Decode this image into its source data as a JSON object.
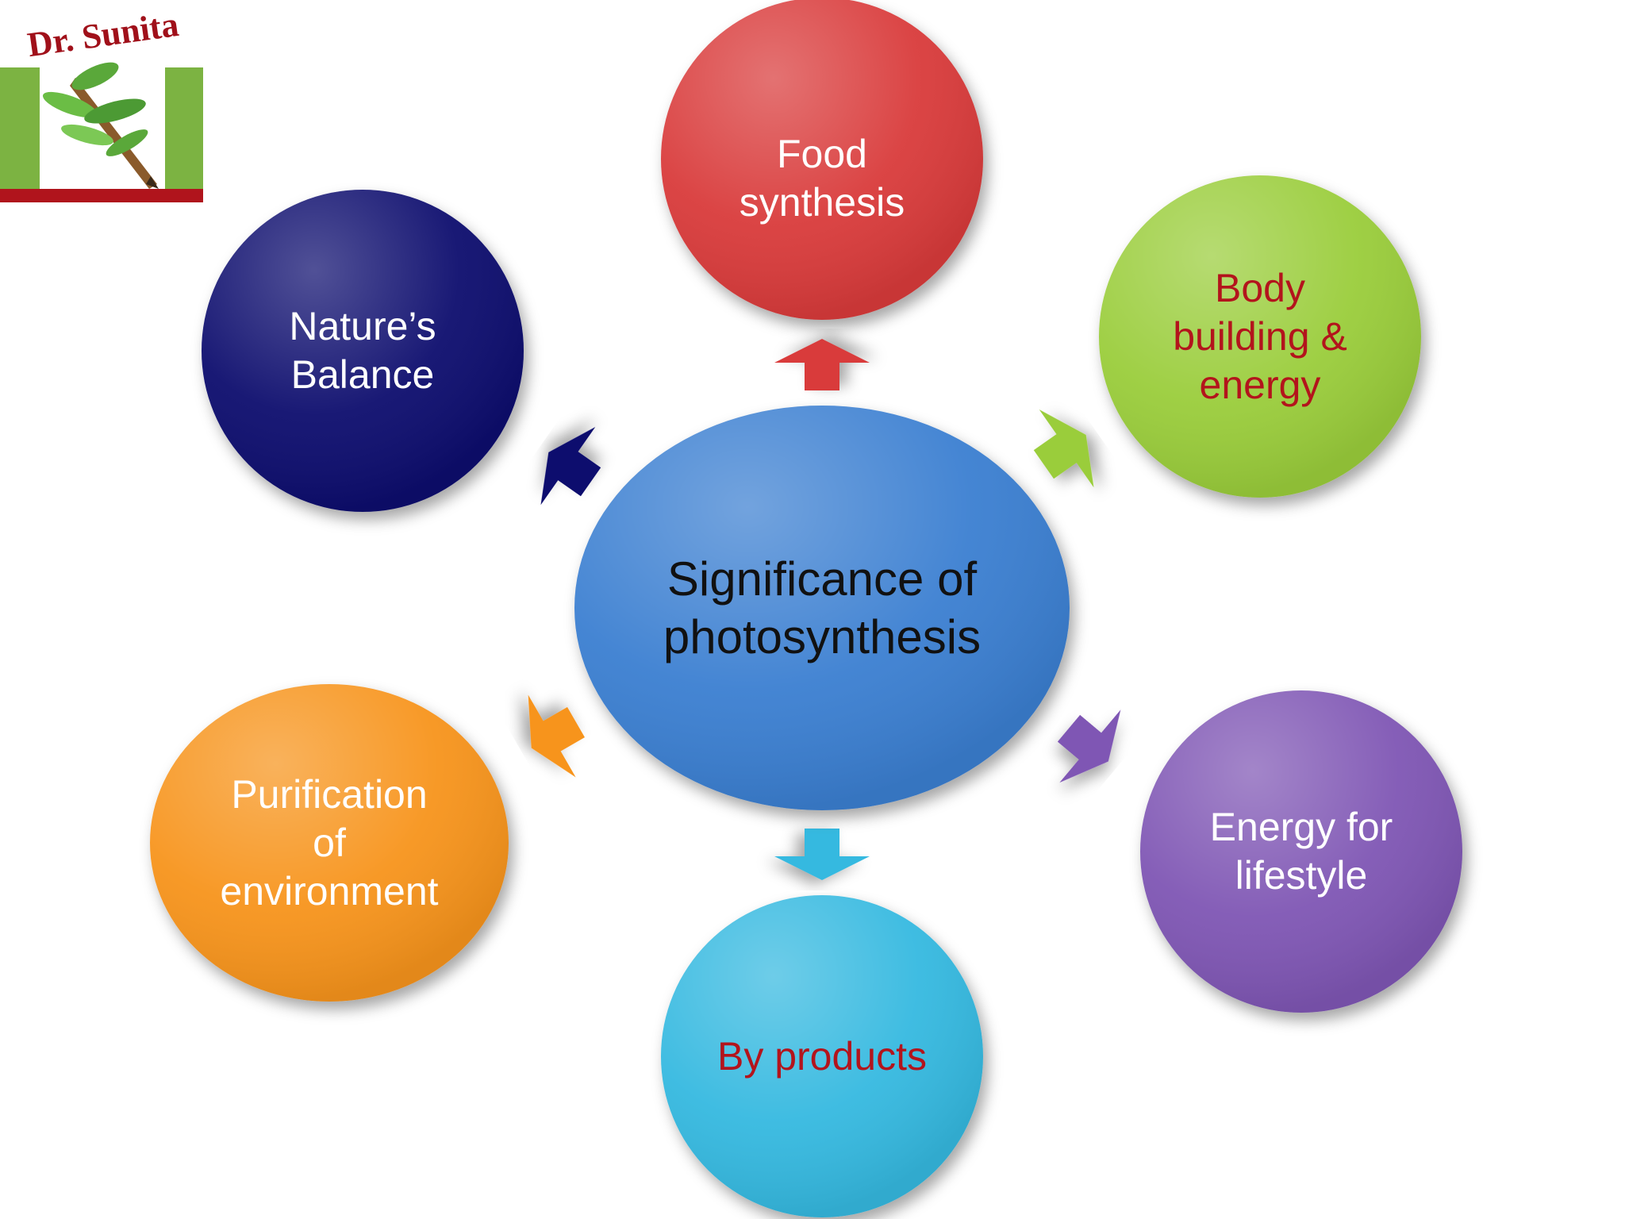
{
  "logo": {
    "text": "Dr. Sunita",
    "text_color": "#a0101a",
    "bar_green": "#7cb342",
    "bar_red": "#b0141c"
  },
  "center": {
    "label": "Significance of\nphotosynthesis",
    "fill": "#3b7fd1",
    "text_color": "#111111"
  },
  "nodes": {
    "food": {
      "label": "Food\nsynthesis",
      "fill": "#d93a3a",
      "text_color": "#ffffff",
      "arrow_color": "#d93a3a"
    },
    "body": {
      "label": "Body\nbuilding &\nenergy",
      "fill": "#9acd3a",
      "text_color": "#b3141c",
      "arrow_color": "#9acd3a"
    },
    "energy": {
      "label": "Energy for\nlifestyle",
      "fill": "#7f57b4",
      "text_color": "#ffffff",
      "arrow_color": "#7f57b4"
    },
    "byproducts": {
      "label": "By products",
      "fill": "#34b9e0",
      "text_color": "#b3141c",
      "arrow_color": "#34b9e0"
    },
    "purification": {
      "label": "Purification\nof\nenvironment",
      "fill": "#f7941e",
      "text_color": "#ffffff",
      "arrow_color": "#f7941e"
    },
    "nature": {
      "label": "Nature’s\nBalance",
      "fill": "#0a0a6e",
      "text_color": "#ffffff",
      "arrow_color": "#0a0a6e"
    }
  }
}
